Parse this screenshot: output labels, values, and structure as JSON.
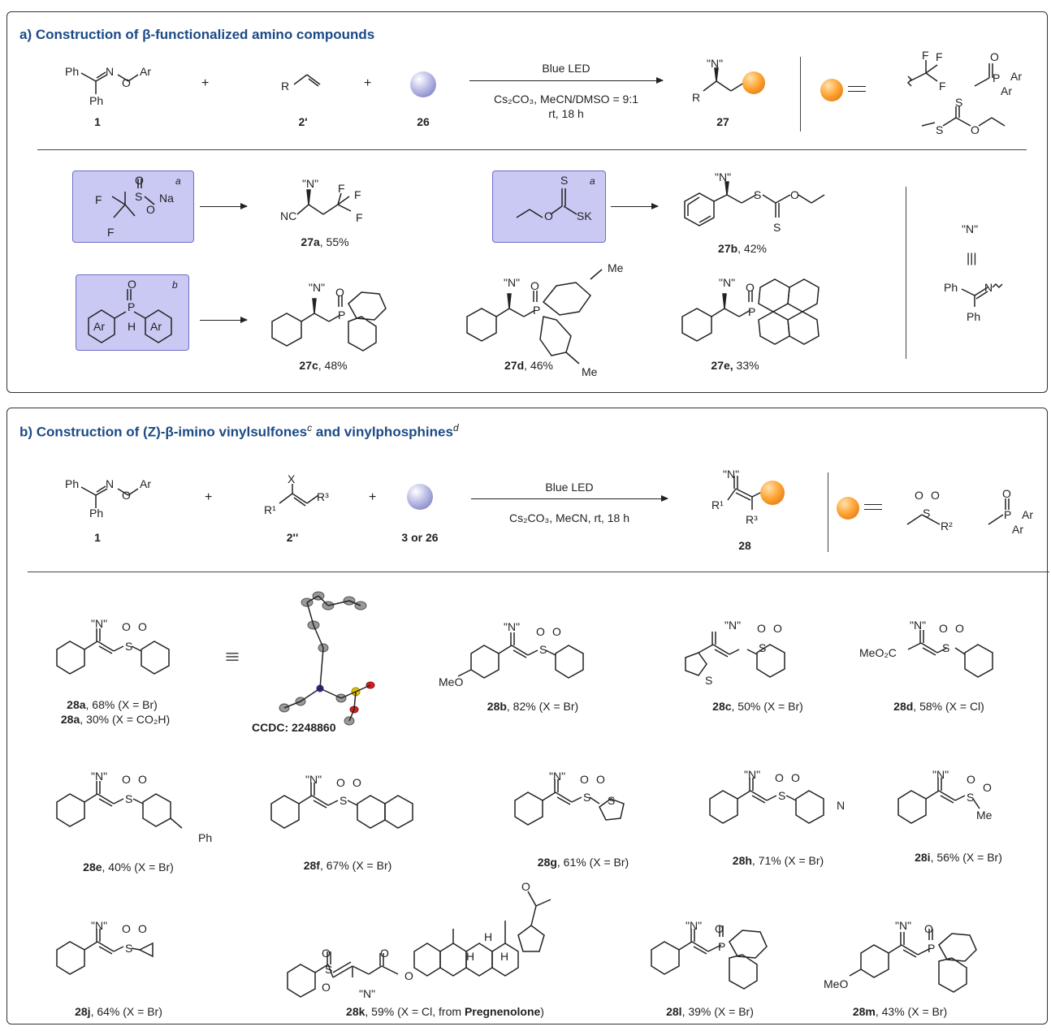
{
  "panel_a": {
    "title": "a) Construction of β-functionalized amino compounds",
    "reactant1_num": "1",
    "reactant2_num": "2'",
    "reactant3_num": "26",
    "product_num": "27",
    "plus": "+",
    "arrow_top": "Blue LED",
    "arrow_bottom_1": "Cs₂CO₃, MeCN/DMSO = 9:1",
    "arrow_bottom_2": "rt, 18 h",
    "eq_sign": "═",
    "footnote_a": "a",
    "footnote_b": "b",
    "products": [
      {
        "id": "27a",
        "yield": ", 55%"
      },
      {
        "id": "27b",
        "yield": ", 42%"
      },
      {
        "id": "27c",
        "yield": ", 48%"
      },
      {
        "id": "27d",
        "yield": ", 46%"
      },
      {
        "id": "27e,",
        "yield": " 33%"
      }
    ],
    "n_label": "\"N\"",
    "equiv": "|||"
  },
  "panel_b": {
    "title": "b) Construction of (Z)-β-imino vinylsulfones",
    "title_sup_c": "c",
    "title_mid": " and vinylphosphines",
    "title_sup_d": "d",
    "reactant1_num": "1",
    "reactant2_num": "2''",
    "reactant3_num": "3 or 26",
    "product_num": "28",
    "arrow_top": "Blue LED",
    "arrow_bottom": "Cs₂CO₃, MeCN, rt, 18 h",
    "ccdc": "CCDC: 2248860",
    "products": [
      {
        "id": "28a",
        "yield": ", 68% (X = Br)"
      },
      {
        "id": "28a",
        "yield": ", 30% (X = CO₂H)"
      },
      {
        "id": "28b",
        "yield": ", 82% (X = Br)"
      },
      {
        "id": "28c",
        "yield": ", 50% (X = Br)"
      },
      {
        "id": "28d",
        "yield": ", 58% (X = Cl)"
      },
      {
        "id": "28e",
        "yield": ", 40% (X = Br)"
      },
      {
        "id": "28f",
        "yield": ", 67% (X = Br)"
      },
      {
        "id": "28g",
        "yield": ", 61% (X = Br)"
      },
      {
        "id": "28h",
        "yield": ", 71% (X = Br)"
      },
      {
        "id": "28i",
        "yield": ", 56% (X = Br)"
      },
      {
        "id": "28j",
        "yield": ", 64% (X = Br)"
      },
      {
        "id": "28k",
        "yield": ", 59% (X = Cl, from ",
        "source": "Pregnenolone",
        "tail": ")"
      },
      {
        "id": "28l",
        "yield": ", 39% (X = Br)"
      },
      {
        "id": "28m",
        "yield": ", 43% (X = Br)"
      }
    ]
  },
  "atoms": {
    "Ph": "Ph",
    "N": "N",
    "O": "O",
    "Ar": "Ar",
    "R": "R",
    "S": "S",
    "P": "P",
    "F": "F",
    "Na": "Na",
    "NC": "NC",
    "K": "SK",
    "H": "H",
    "Me": "Me",
    "MeO": "MeO",
    "MeO2C": "MeO₂C",
    "X": "X",
    "R1": "R¹",
    "R2": "R²",
    "R3": "R³"
  },
  "colors": {
    "title": "#1c4a86",
    "box_fill": "#c9c9f4",
    "box_border": "#6d6dc7",
    "sphere_grey": "#8a8dcc",
    "sphere_orange": "#ffa637"
  }
}
